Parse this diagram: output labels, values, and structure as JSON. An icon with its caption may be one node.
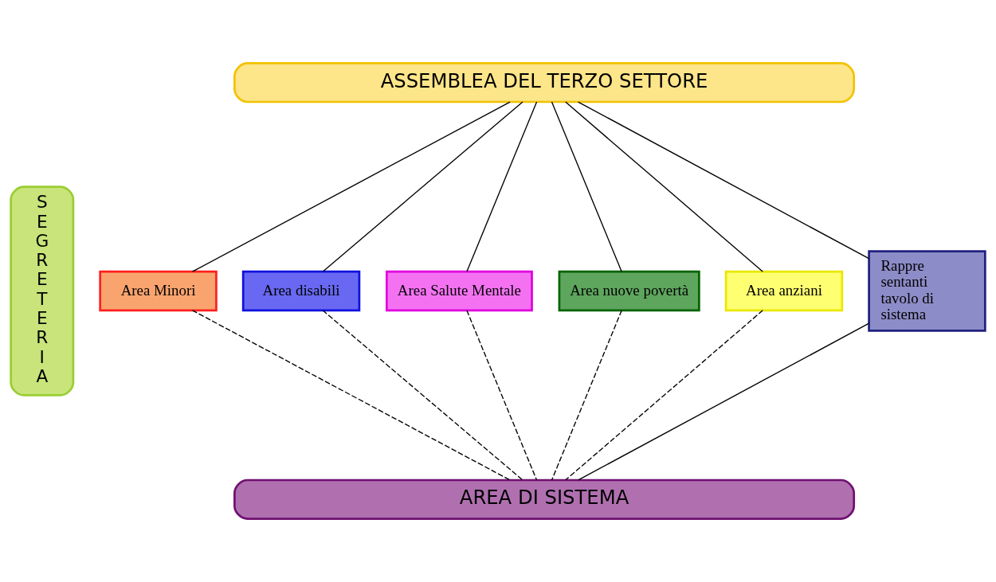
{
  "diagram": {
    "nodes": [
      {
        "text": [
          "ASSEMBLEA DEL TERZO SETTORE"
        ]
      },
      {
        "text": [
          "S E G R E T E R I A"
        ]
      },
      {
        "text": [
          "Area Minori"
        ]
      },
      {
        "text": [
          "Area disabili"
        ]
      },
      {
        "text": [
          "Area Salute Mentale"
        ]
      },
      {
        "text": [
          "Area nuove povertà"
        ]
      },
      {
        "text": [
          "Area anziani"
        ]
      },
      {
        "text": [
          "Rappre sentanti tavolo di sistema"
        ]
      },
      {
        "text": [
          "AREA DI SISTEMA"
        ]
      }
    ],
    "edges": [
      {
        "from": 0,
        "to": 2,
        "arrow": "none"
      },
      {
        "from": 0,
        "to": 3,
        "arrow": "none"
      },
      {
        "from": 0,
        "to": 4,
        "arrow": "none"
      },
      {
        "from": 0,
        "to": 5,
        "arrow": "none"
      },
      {
        "from": 0,
        "to": 6,
        "arrow": "none"
      },
      {
        "from": 0,
        "to": 7,
        "arrow": "none"
      },
      {
        "from": 2,
        "to": 8,
        "arrow": "none",
        "style": "dashed"
      },
      {
        "from": 3,
        "to": 8,
        "arrow": "none",
        "style": "dashed"
      },
      {
        "from": 4,
        "to": 8,
        "arrow": "none",
        "style": "dashed"
      },
      {
        "from": 5,
        "to": 8,
        "arrow": "none",
        "style": "dashed"
      },
      {
        "from": 6,
        "to": 8,
        "arrow": "none",
        "style": "dashed"
      },
      {
        "from": 7,
        "to": 8,
        "arrow": "none"
      }
    ]
  }
}
